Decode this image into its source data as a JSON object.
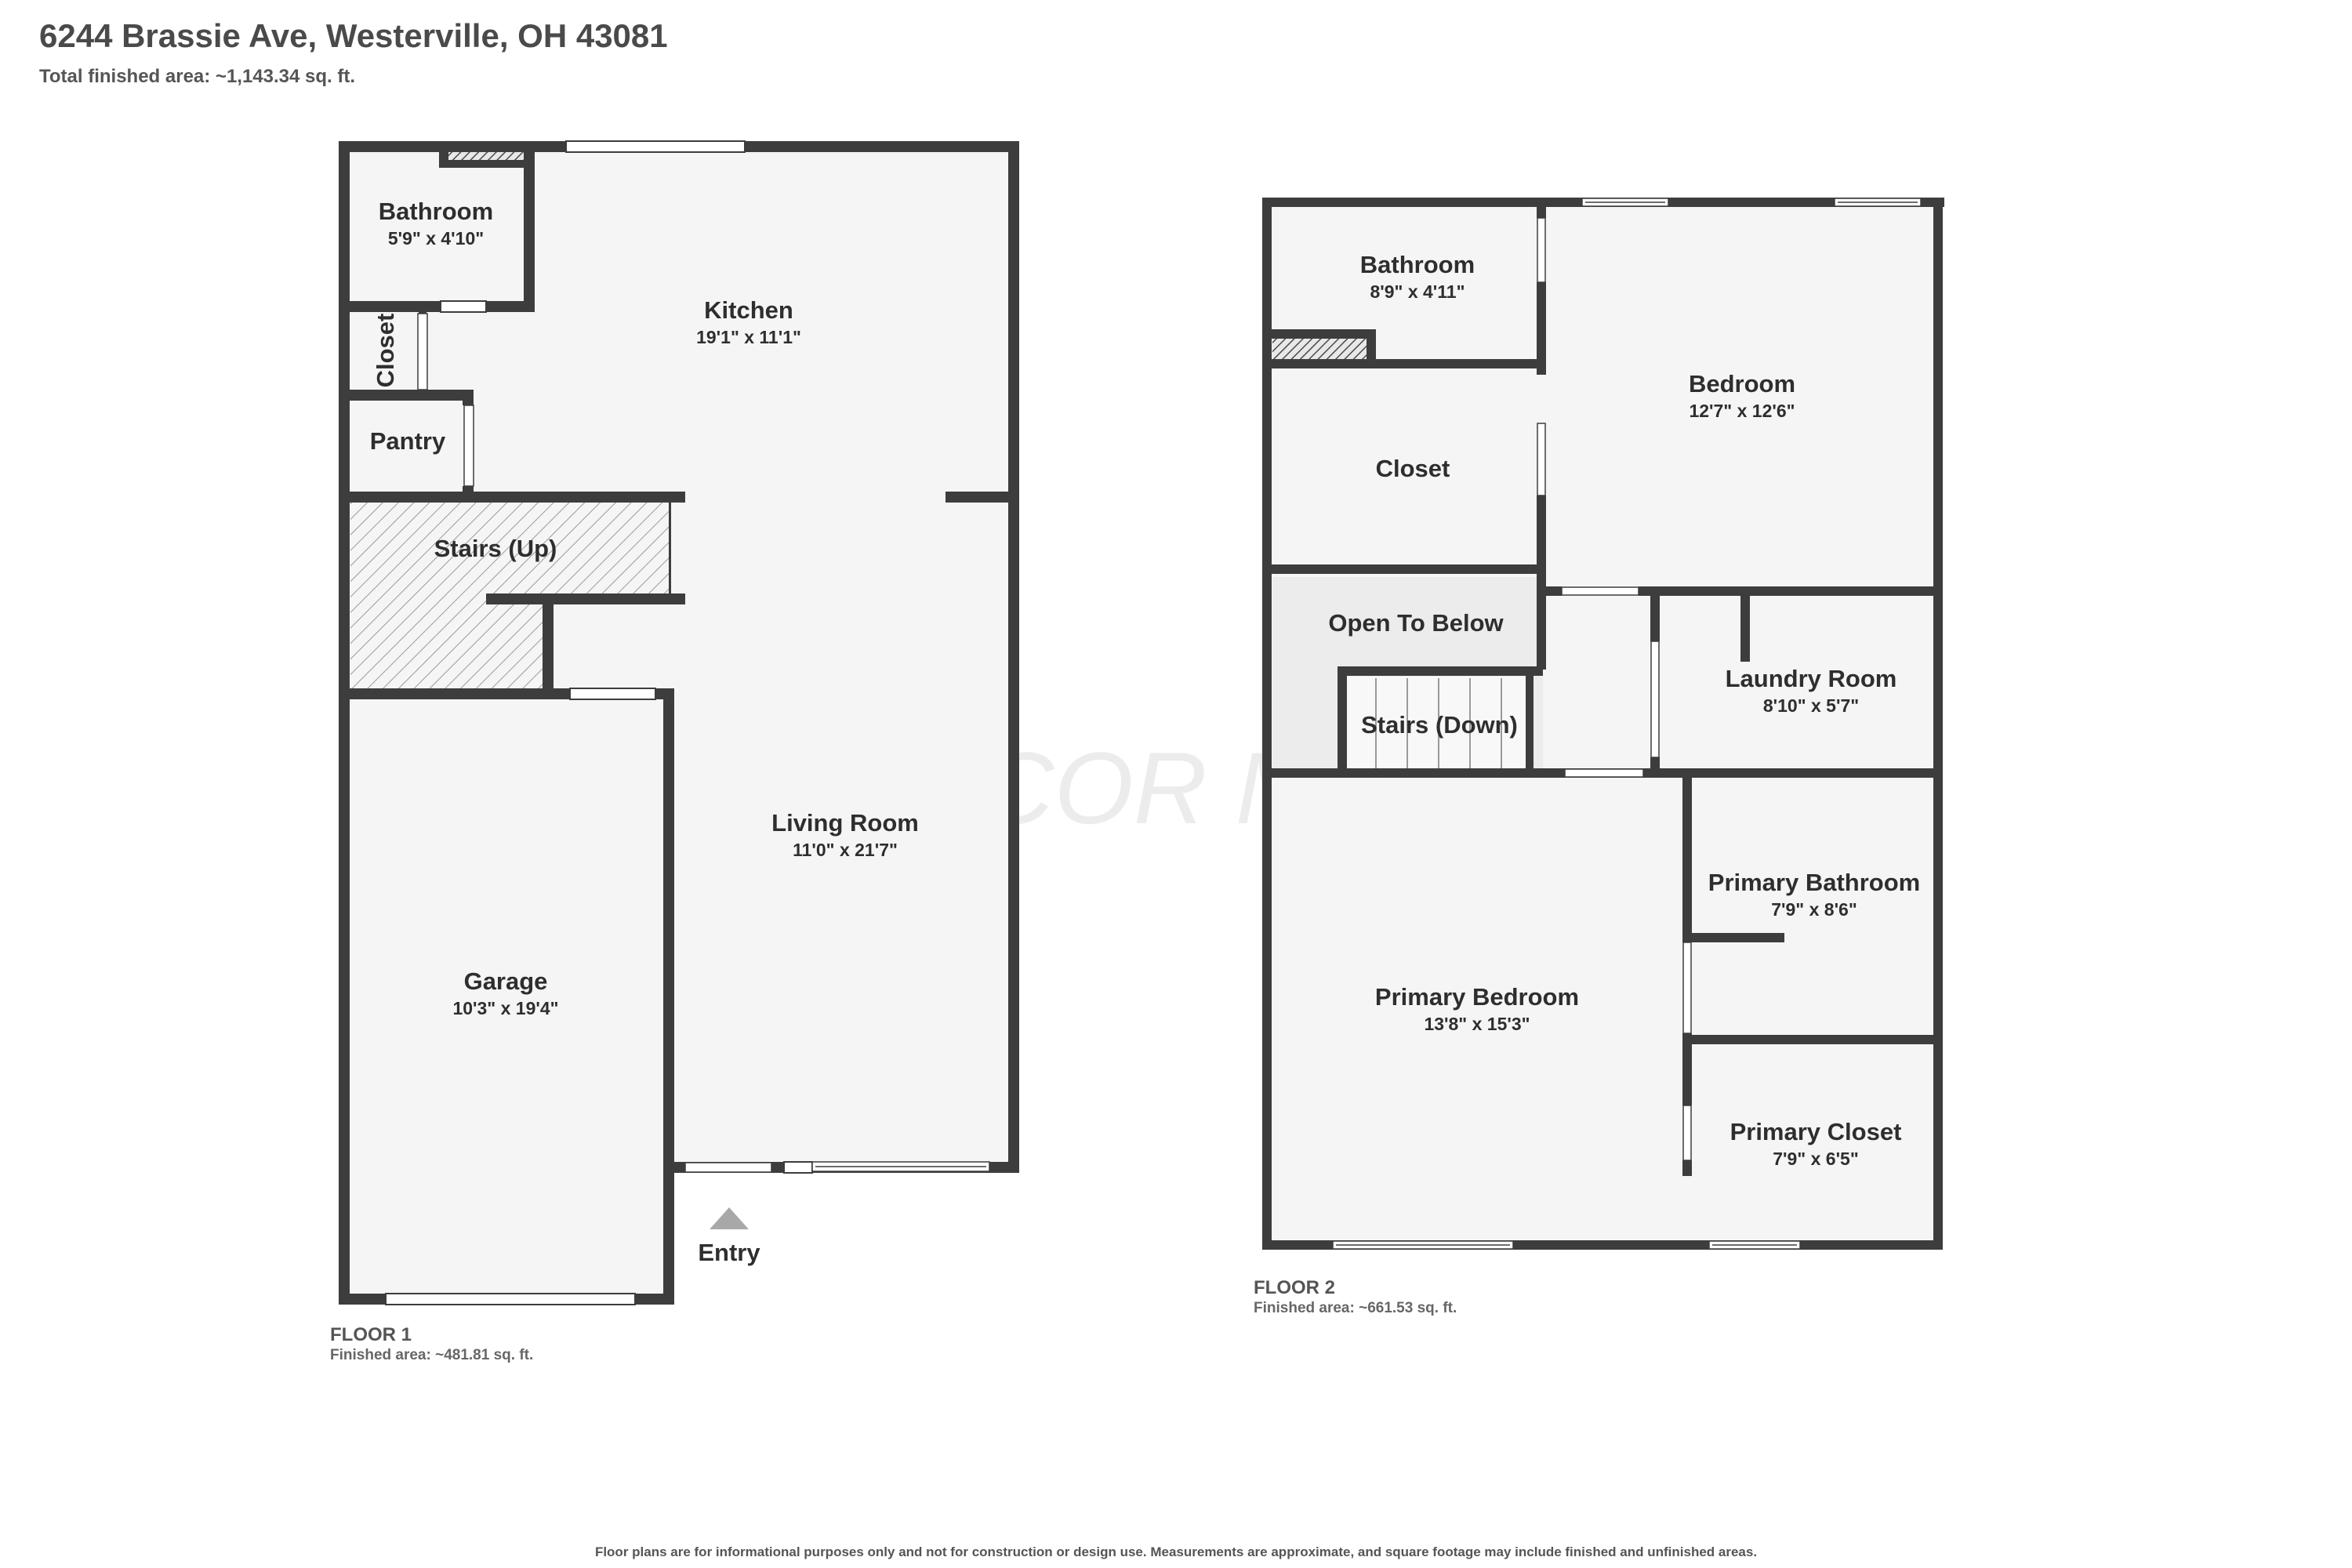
{
  "header": {
    "address": "6244 Brassie Ave, Westerville, OH 43081",
    "total_area": "Total finished area: ~1,143.34 sq. ft."
  },
  "watermark": "CCOR MLS",
  "floor1": {
    "label": "FLOOR 1",
    "area": "Finished area: ~481.81 sq. ft.",
    "entry_label": "Entry",
    "rooms": {
      "bathroom": {
        "name": "Bathroom",
        "dims": "5'9\" x 4'10\""
      },
      "kitchen": {
        "name": "Kitchen",
        "dims": "19'1\" x 11'1\""
      },
      "closet": {
        "name": "Closet"
      },
      "pantry": {
        "name": "Pantry"
      },
      "stairs": {
        "name": "Stairs (Up)"
      },
      "living_room": {
        "name": "Living Room",
        "dims": "11'0\" x 21'7\""
      },
      "garage": {
        "name": "Garage",
        "dims": "10'3\" x 19'4\""
      }
    }
  },
  "floor2": {
    "label": "FLOOR 2",
    "area": "Finished area: ~661.53 sq. ft.",
    "rooms": {
      "bathroom": {
        "name": "Bathroom",
        "dims": "8'9\" x 4'11\""
      },
      "bedroom": {
        "name": "Bedroom",
        "dims": "12'7\" x 12'6\""
      },
      "closet": {
        "name": "Closet"
      },
      "open_to_below": {
        "name": "Open To Below"
      },
      "stairs": {
        "name": "Stairs (Down)"
      },
      "laundry_room": {
        "name": "Laundry Room",
        "dims": "8'10\" x 5'7\""
      },
      "primary_bathroom": {
        "name": "Primary Bathroom",
        "dims": "7'9\" x 8'6\""
      },
      "primary_bedroom": {
        "name": "Primary Bedroom",
        "dims": "13'8\" x 15'3\""
      },
      "primary_closet": {
        "name": "Primary Closet",
        "dims": "7'9\" x 6'5\""
      }
    }
  },
  "disclaimer": "Floor plans are for informational purposes only and not for construction or design use. Measurements are approximate, and square footage may include finished and unfinished areas.",
  "colors": {
    "wall": "#3d3d3d",
    "floor": "#f5f5f5",
    "window": "#ffffff",
    "hatch": "#9a9a9a"
  }
}
